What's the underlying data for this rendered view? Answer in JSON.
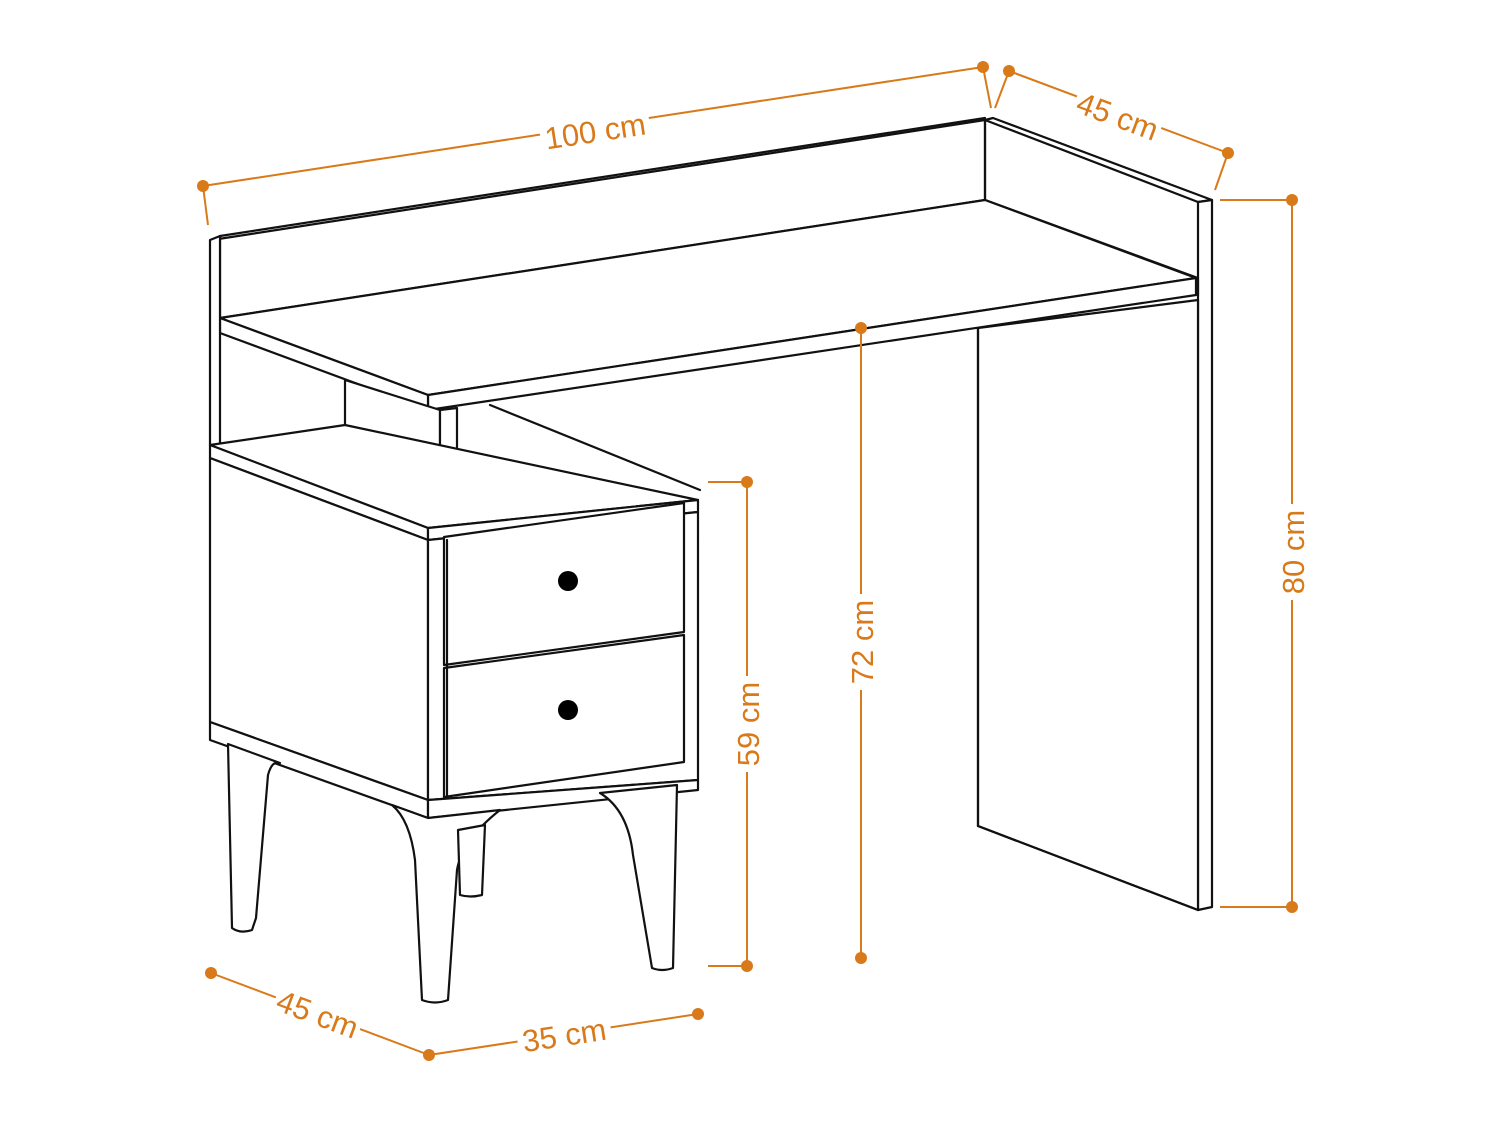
{
  "diagram": {
    "subject": "Desk with two-drawer side cabinet and hutch shelf",
    "colors": {
      "outline": "#111111",
      "dimension": "#d97a1a",
      "background": "#ffffff"
    },
    "dimensions": {
      "total_width": "100 cm",
      "top_depth": "45 cm",
      "total_height": "80 cm",
      "desk_surface_height": "72 cm",
      "cabinet_height": "59 cm",
      "cabinet_depth": "45 cm",
      "cabinet_width": "35 cm"
    },
    "drawers": [
      {
        "name": "upper drawer",
        "knob": "round black knob"
      },
      {
        "name": "lower drawer",
        "knob": "round black knob"
      }
    ]
  }
}
